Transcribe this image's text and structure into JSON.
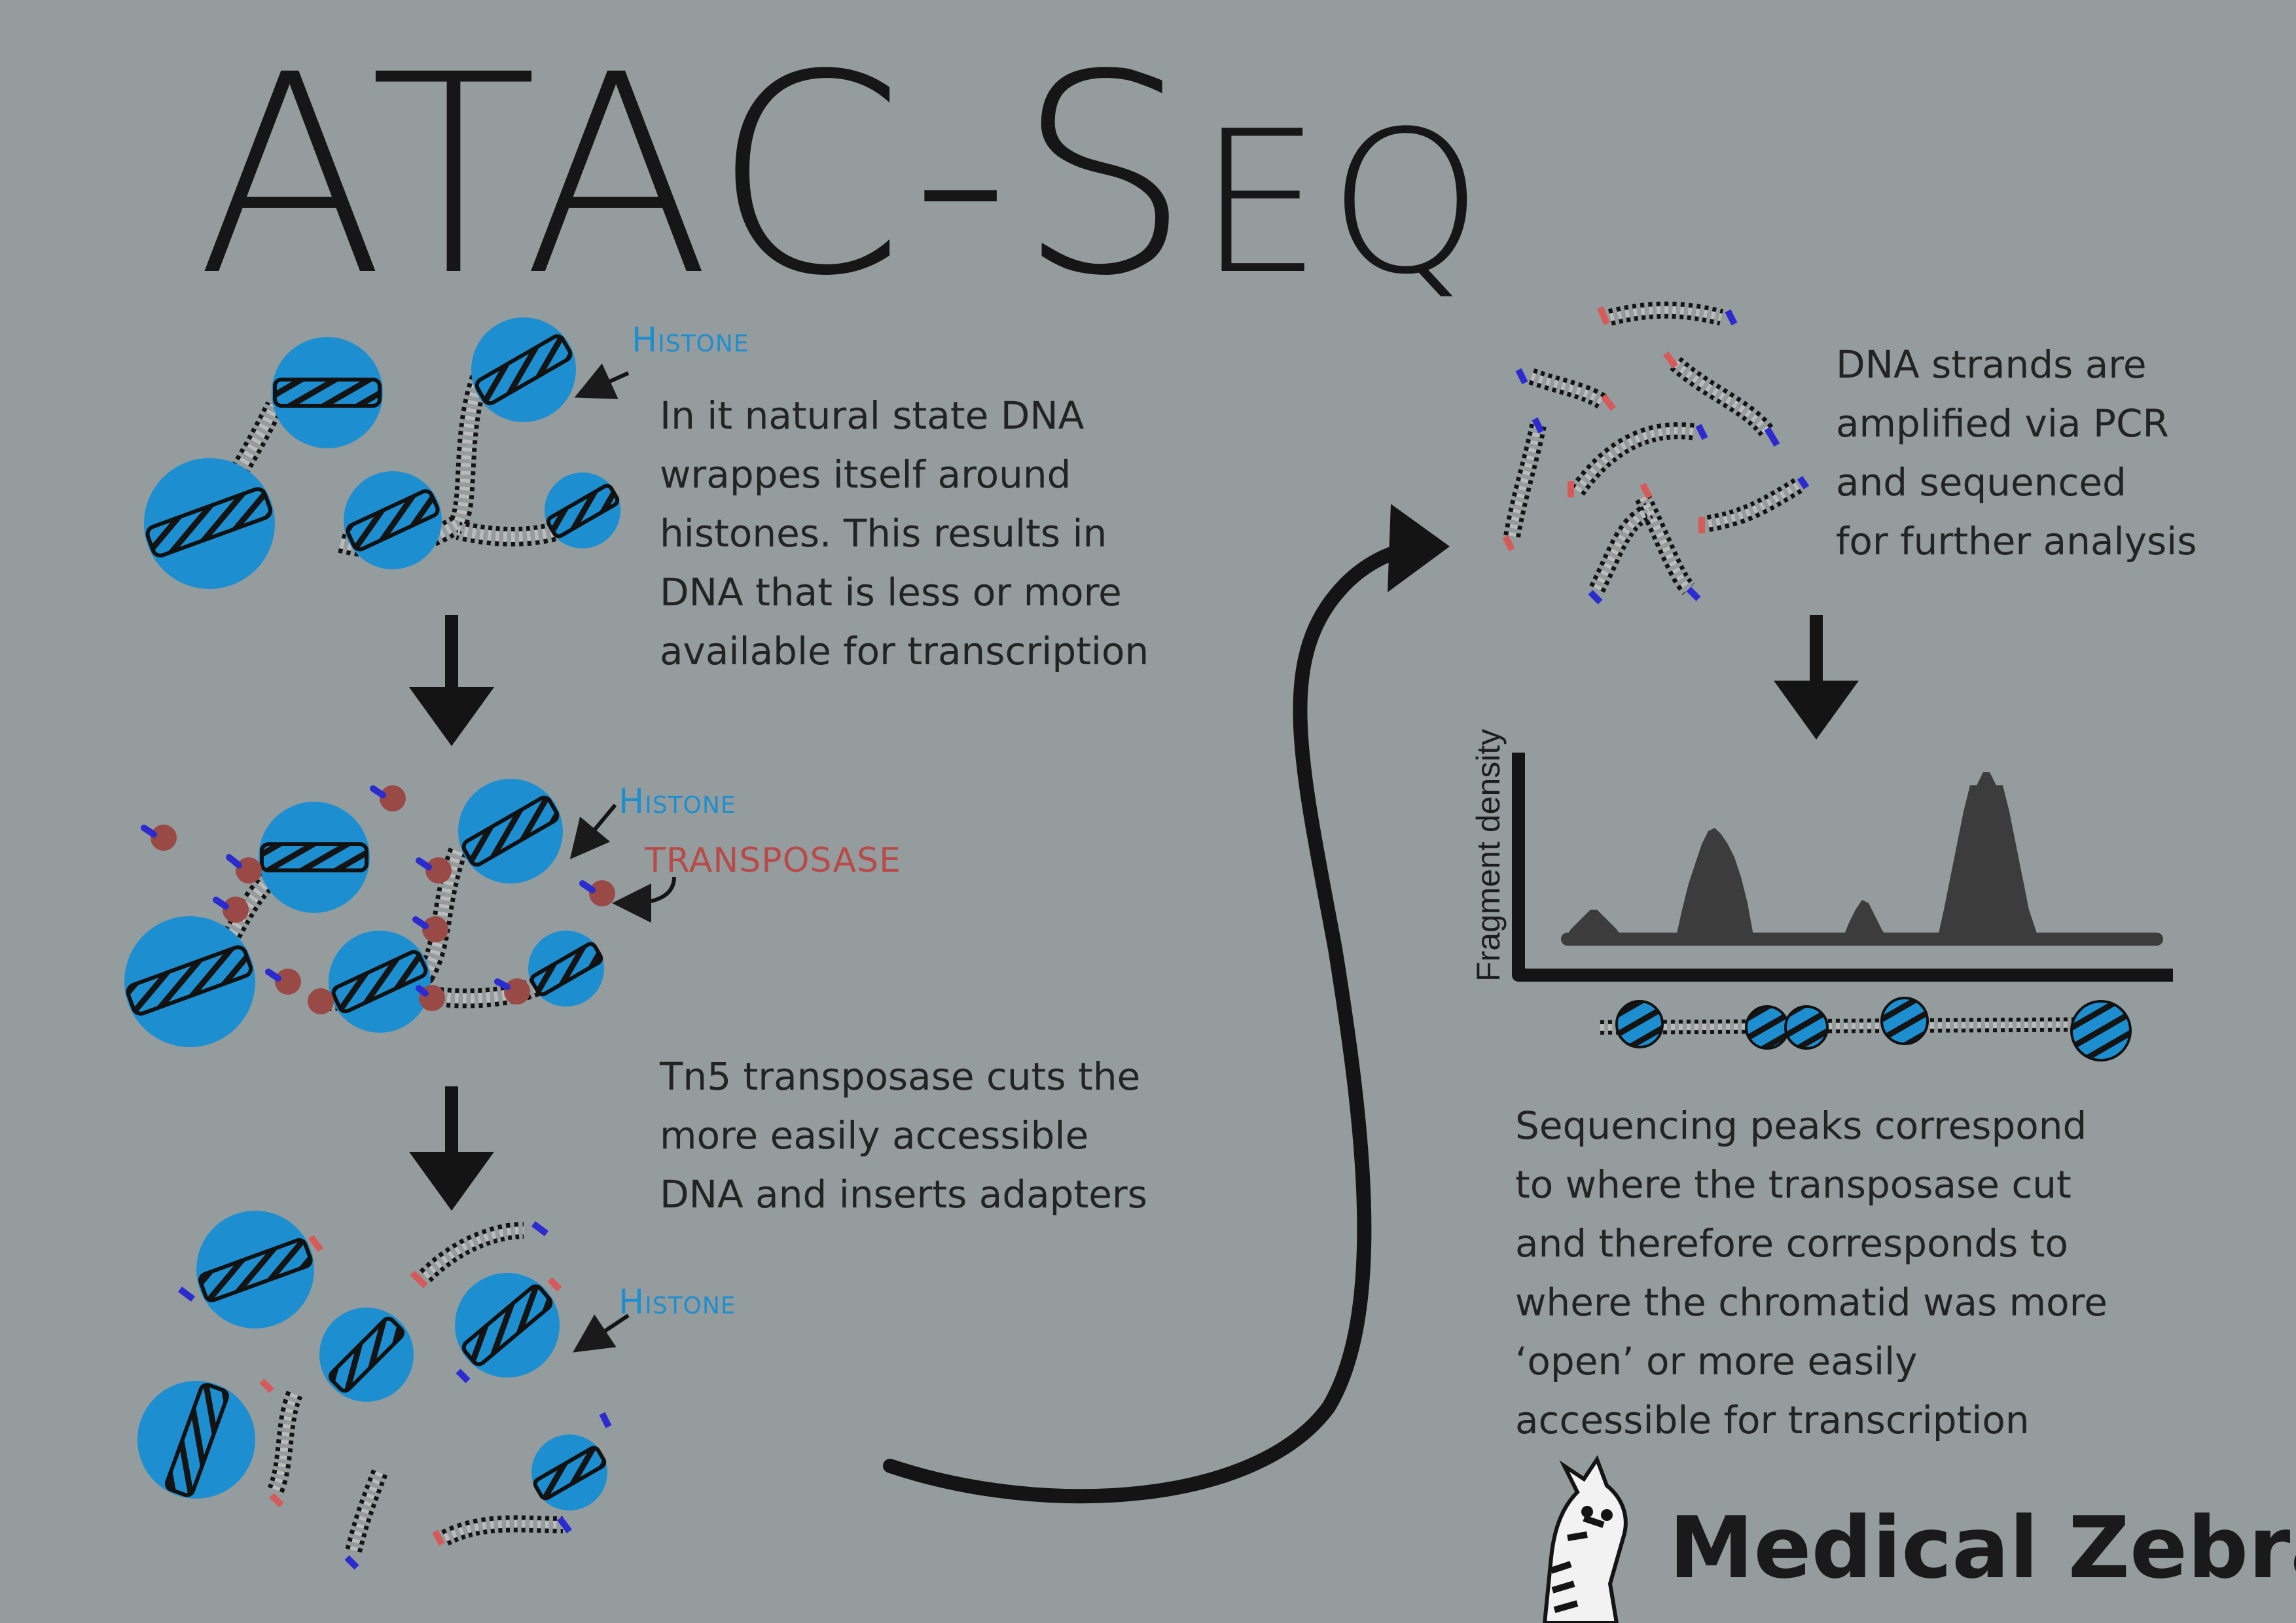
{
  "title": {
    "main": "ATAC-S",
    "suffix": "EQ"
  },
  "labels": {
    "histone": "Histone",
    "transposase": "TRANSPOSASE"
  },
  "steps": [
    {
      "lines": [
        "In it natural state DNA",
        "wrappes itself around",
        "histones. This results in",
        "DNA that is less or more",
        "available for transcription"
      ]
    },
    {
      "lines": [
        "Tn5 transposase cuts the",
        "more easily accessible",
        "DNA and inserts adapters"
      ]
    },
    {
      "lines": [
        "DNA strands are",
        "amplified via PCR",
        "and sequenced",
        "for further analysis"
      ]
    },
    {
      "lines": [
        "Sequencing peaks correspond",
        "to where the transposase cut",
        "and therefore corresponds to",
        "where the chromatid was more",
        "‘open’ or more easily",
        "accessible for transcription"
      ]
    }
  ],
  "plot": {
    "ylabel": "Fragment density"
  },
  "brand": {
    "name": "Medical Zebras"
  },
  "colors": {
    "background": "#949c9e",
    "histone": "#1d8fd0",
    "transposase": "#9a4a46",
    "adapter_red": "#d65a5a",
    "adapter_blue": "#2b2bd0",
    "peak": "#3c3c3c"
  }
}
